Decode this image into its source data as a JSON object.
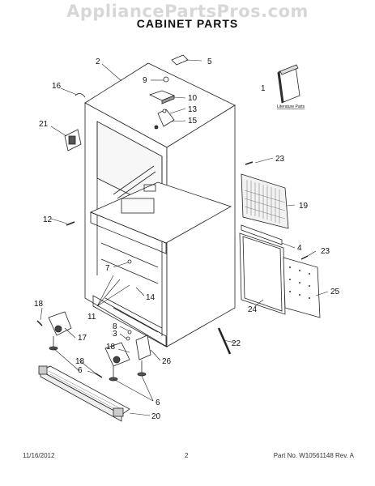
{
  "watermark": "AppliancePartsPros.com",
  "title": "CABINET PARTS",
  "callouts": {
    "c1": "1",
    "c2": "2",
    "c3": "3",
    "c4": "4",
    "c5": "5",
    "c6a": "6",
    "c6b": "6",
    "c7": "7",
    "c8": "8",
    "c9": "9",
    "c10": "10",
    "c11": "11",
    "c12": "12",
    "c13": "13",
    "c14": "14",
    "c15": "15",
    "c16": "16",
    "c17": "17",
    "c18a": "18",
    "c18b": "18",
    "c18c": "18",
    "c19": "19",
    "c20": "20",
    "c21": "21",
    "c22": "22",
    "c23a": "23",
    "c23b": "23",
    "c24": "24",
    "c25": "25",
    "c26": "26"
  },
  "literature_label": "Literature Parts",
  "footer": {
    "date": "11/16/2012",
    "page": "2",
    "part_number": "Part No. W10561148  Rev. A"
  }
}
